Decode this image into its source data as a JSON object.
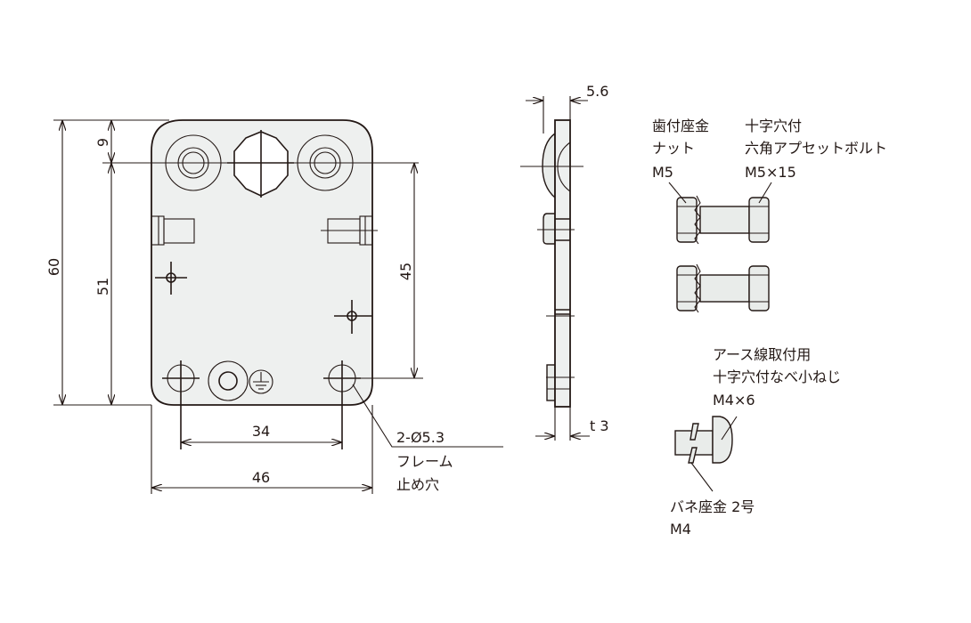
{
  "front_view": {
    "dim_height_total": "60",
    "dim_top_offset": "9",
    "dim_height_51": "51",
    "dim_height_45": "45",
    "dim_width_34": "34",
    "dim_width_46": "46",
    "hole_callout": [
      "2-Ø5.3",
      "フレーム",
      "止め穴"
    ]
  },
  "side_view": {
    "dim_overall_thickness": "5.6",
    "dim_plate_thickness": "t 3"
  },
  "parts": {
    "nut": [
      "歯付座金",
      "ナット",
      "M5"
    ],
    "bolt": [
      "十字穴付",
      "六角アプセットボルト",
      "M5×15"
    ],
    "earth_screw": [
      "アース線取付用",
      "十字穴付なべ小ねじ",
      "M4×6"
    ],
    "spring_washer": [
      "バネ座金 2号",
      "M4"
    ]
  },
  "colors": {
    "line": "#231815",
    "plate_fill": "#eef0ef"
  }
}
